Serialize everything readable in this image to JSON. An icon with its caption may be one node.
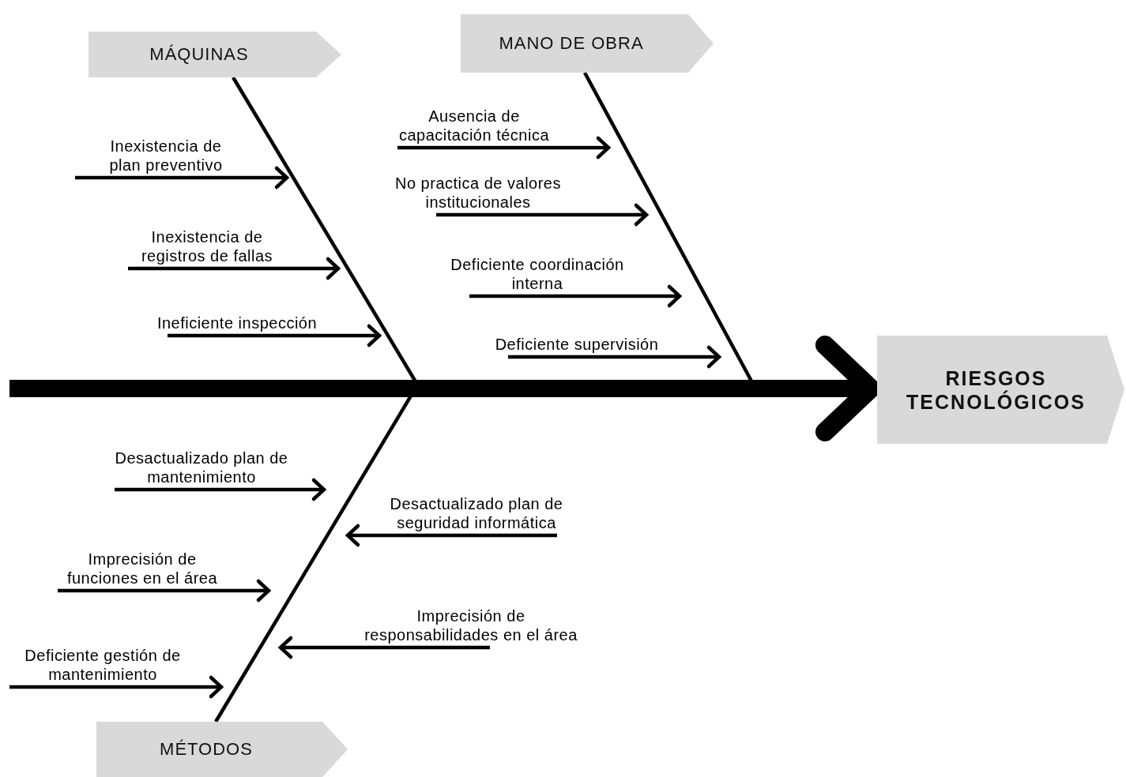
{
  "diagram": {
    "nodes": [
      {
        "text": [
          "MÁQUINAS"
        ]
      },
      {
        "text": [
          "MANO DE OBRA"
        ]
      },
      {
        "text": [
          "Inexistencia de plan preventivo"
        ]
      },
      {
        "text": [
          "Inexistencia de registros de fallas"
        ]
      },
      {
        "text": [
          "Ineficiente inspección"
        ]
      },
      {
        "text": [
          "Ausencia de capacitación técnica"
        ]
      },
      {
        "text": [
          "No practica de valores institucionales"
        ]
      },
      {
        "text": [
          "Deficiente coordinación interna"
        ]
      },
      {
        "text": [
          "Deficiente supervisión"
        ]
      },
      {
        "text": [
          "RIESGOS TECNOLÓGICOS"
        ]
      },
      {
        "text": [
          "Desactualizado plan de mantenimiento"
        ]
      },
      {
        "text": [
          "Desactualizado plan de seguridad informática"
        ]
      },
      {
        "text": [
          "Imprecisión de funciones en el área"
        ]
      },
      {
        "text": [
          "Imprecisión de responsabilidades en el área"
        ]
      },
      {
        "text": [
          "Deficiente gestión de mantenimiento"
        ]
      },
      {
        "text": [
          "MÉTODOS"
        ]
      }
    ],
    "edges": [
      {
        "from": null,
        "to": 9,
        "arrow": "to",
        "style": "thick"
      },
      {
        "from": 0,
        "to": null,
        "arrow": "none"
      },
      {
        "from": 1,
        "to": null,
        "arrow": "none"
      },
      {
        "from": 15,
        "to": null,
        "arrow": "none"
      },
      {
        "from": 2,
        "to": null,
        "arrow": "to"
      },
      {
        "from": 3,
        "to": null,
        "arrow": "to"
      },
      {
        "from": 4,
        "to": null,
        "arrow": "to"
      },
      {
        "from": 5,
        "to": null,
        "arrow": "to"
      },
      {
        "from": 6,
        "to": null,
        "arrow": "to"
      },
      {
        "from": 7,
        "to": null,
        "arrow": "to"
      },
      {
        "from": 8,
        "to": null,
        "arrow": "to"
      },
      {
        "from": 10,
        "to": null,
        "arrow": "to"
      },
      {
        "from": 11,
        "to": null,
        "arrow": "to"
      },
      {
        "from": 12,
        "to": null,
        "arrow": "to"
      },
      {
        "from": 13,
        "to": null,
        "arrow": "to"
      },
      {
        "from": 14,
        "to": null,
        "arrow": "to"
      }
    ]
  }
}
